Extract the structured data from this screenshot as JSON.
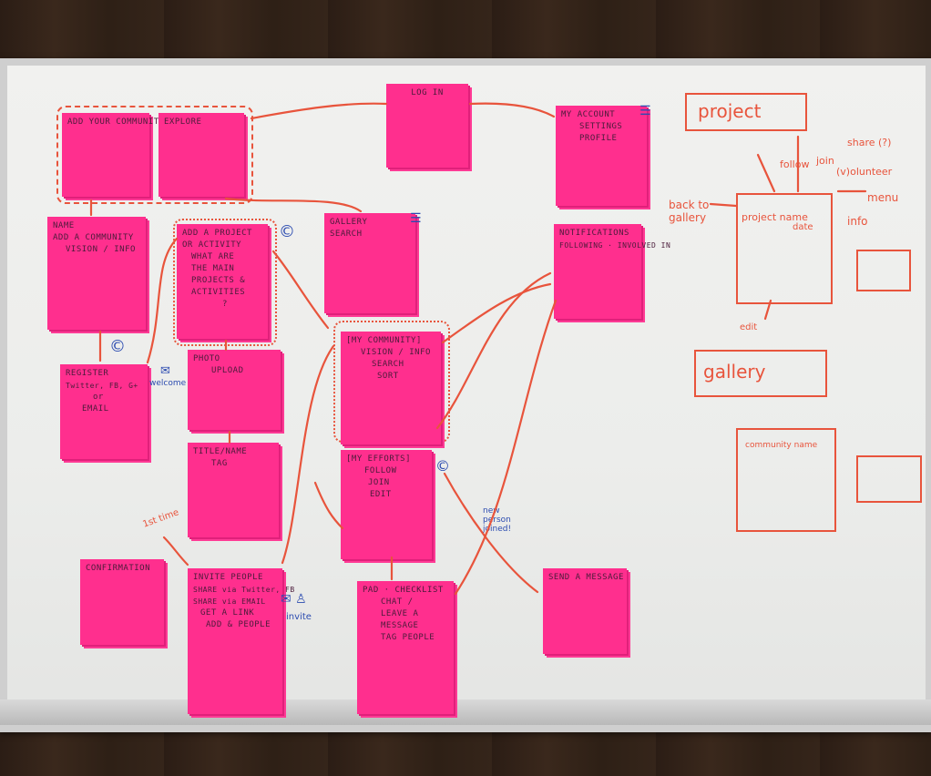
{
  "notes": {
    "add_community": [
      "ADD YOUR COMMUNITY"
    ],
    "explore": [
      "EXPLORE"
    ],
    "log_in": [
      "LOG IN"
    ],
    "my_account": [
      "MY ACCOUNT",
      "SETTINGS",
      "PROFILE"
    ],
    "name": [
      "NAME",
      "ADD A COMMUNITY",
      "VISION / INFO"
    ],
    "add_project": [
      "ADD A PROJECT",
      "OR ACTIVITY",
      "WHAT ARE",
      "THE MAIN",
      "PROJECTS &",
      "ACTIVITIES",
      "?"
    ],
    "gallery": [
      "GALLERY",
      "SEARCH"
    ],
    "notifications": [
      "NOTIFICATIONS",
      "FOLLOWING · INVOLVED IN"
    ],
    "register": [
      "REGISTER",
      "Twitter, FB, G+",
      "or",
      "EMAIL"
    ],
    "photo": [
      "PHOTO",
      "UPLOAD"
    ],
    "my_community": [
      "[MY COMMUNITY]",
      "VISION / INFO",
      "SEARCH",
      "SORT"
    ],
    "title": [
      "TITLE/NAME",
      "TAG"
    ],
    "my_efforts": [
      "[MY EFFORTS]",
      "FOLLOW",
      "JOIN",
      "EDIT"
    ],
    "confirmation": [
      "CONFIRMATION"
    ],
    "invite": [
      "INVITE PEOPLE",
      "SHARE via Twitter, FB",
      "SHARE via EMAIL",
      "GET A LINK",
      "ADD & PEOPLE"
    ],
    "pad": [
      "PAD · CHECKLIST",
      "CHAT /",
      "LEAVE A",
      "MESSAGE",
      "TAG PEOPLE"
    ],
    "send_message": [
      "SEND A MESSAGE"
    ]
  },
  "annotations": {
    "welcome": "welcome",
    "invite": "invite",
    "first_time": "1st time",
    "new_person_joined": "new person joined!",
    "c_mark": "©"
  },
  "sketch": {
    "project_title": "project",
    "follow": "follow",
    "join": "join",
    "share": "share (?)",
    "volunteer": "(v)olunteer",
    "back_to_gallery": "back to gallery",
    "menu": "menu",
    "project_name": "project name",
    "date": "date",
    "info": "info",
    "edit": "edit",
    "gallery_title": "gallery",
    "community_name": "community name"
  }
}
